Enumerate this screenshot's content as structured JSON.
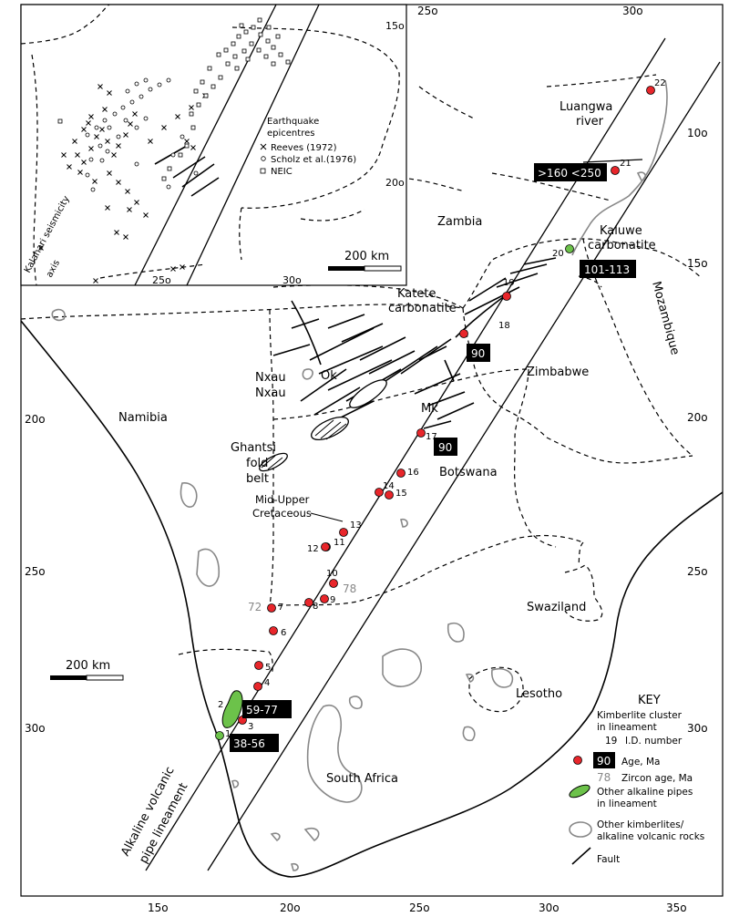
{
  "colors": {
    "kimberlite": "#e8262b",
    "other_pipe": "#6cc24a",
    "grey_outline": "#888888",
    "badge_bg": "#000000"
  },
  "places": {
    "namibia": "Namibia",
    "zambia": "Zambia",
    "zimbabwe": "Zimbabwe",
    "botswana": "Botswana",
    "mozambique": "Mozambique",
    "south_africa": "South Africa",
    "swaziland": "Swaziland",
    "lesotho": "Lesotho",
    "luangwa_1": "Luangwa",
    "luangwa_2": "river",
    "kaluwe_1": "Kaluwe",
    "kaluwe_2": "carbonatite",
    "katete_1": "Katete",
    "katete_2": "carbonatite",
    "nxau_1": "Nxau",
    "nxau_2": "Nxau",
    "ok": "Ok",
    "mk": "Mk",
    "ghantsi_1": "Ghantsi",
    "ghantsi_2": "fold",
    "ghantsi_3": "belt",
    "midupper_1": "Mid-Upper",
    "midupper_2": "Cretaceous",
    "lineament_1": "Alkaline volcanic",
    "lineament_2": "pipe lineament"
  },
  "ages": {
    "a1": ">160 <250",
    "a2": "101-113",
    "a3": "90",
    "a4": "90",
    "a5": "59-77",
    "a6": "38-56"
  },
  "zircon_ages": {
    "z1": "78",
    "z2": "72"
  },
  "kimberlites": [
    {
      "id": "1",
      "kind": "green"
    },
    {
      "id": "2",
      "kind": "green-pipe"
    },
    {
      "id": "3",
      "kind": "red"
    },
    {
      "id": "4",
      "kind": "red"
    },
    {
      "id": "5",
      "kind": "red"
    },
    {
      "id": "6",
      "kind": "red"
    },
    {
      "id": "7",
      "kind": "red"
    },
    {
      "id": "8",
      "kind": "red"
    },
    {
      "id": "9",
      "kind": "red"
    },
    {
      "id": "10",
      "kind": "red"
    },
    {
      "id": "11",
      "kind": "red"
    },
    {
      "id": "12",
      "kind": "red"
    },
    {
      "id": "13",
      "kind": "red"
    },
    {
      "id": "14",
      "kind": "red"
    },
    {
      "id": "15",
      "kind": "red"
    },
    {
      "id": "16",
      "kind": "red"
    },
    {
      "id": "17",
      "kind": "red"
    },
    {
      "id": "18",
      "kind": "red"
    },
    {
      "id": "19",
      "kind": "red"
    },
    {
      "id": "20",
      "kind": "green"
    },
    {
      "id": "21",
      "kind": "red"
    },
    {
      "id": "22",
      "kind": "red"
    }
  ],
  "axis_labels": {
    "bottom": [
      "15o",
      "20o",
      "25o",
      "30o",
      "35o"
    ],
    "left": [
      "20o",
      "25o",
      "30o"
    ],
    "right": [
      "10o",
      "15o",
      "20o",
      "25o",
      "30o"
    ],
    "top": [
      "25o",
      "30o"
    ]
  },
  "scalebar": "200 km",
  "inset": {
    "title_1": "Earthquake",
    "title_2": "epicentres",
    "legend": [
      "Reeves (1972)",
      "Scholz et al.(1976)",
      "NEIC"
    ],
    "scalebar": "200 km",
    "axis_label": "Kalahari seismicity",
    "axis_label_2": "axis",
    "ticks": [
      "15o",
      "20o",
      "25o",
      "30o"
    ]
  },
  "key": {
    "title": "KEY",
    "kimb_1": "Kimberlite cluster",
    "kimb_2": "in lineament",
    "id_num": "19",
    "id_txt": "I.D. number",
    "age_num": "90",
    "age_txt": "Age, Ma",
    "zircon_num": "78",
    "zircon_txt": "Zircon age, Ma",
    "other_1": "Other alkaline pipes",
    "other_2": "in lineament",
    "okimb_1": "Other kimberlites/",
    "okimb_2": "alkaline volcanic rocks",
    "fault": "Fault"
  }
}
